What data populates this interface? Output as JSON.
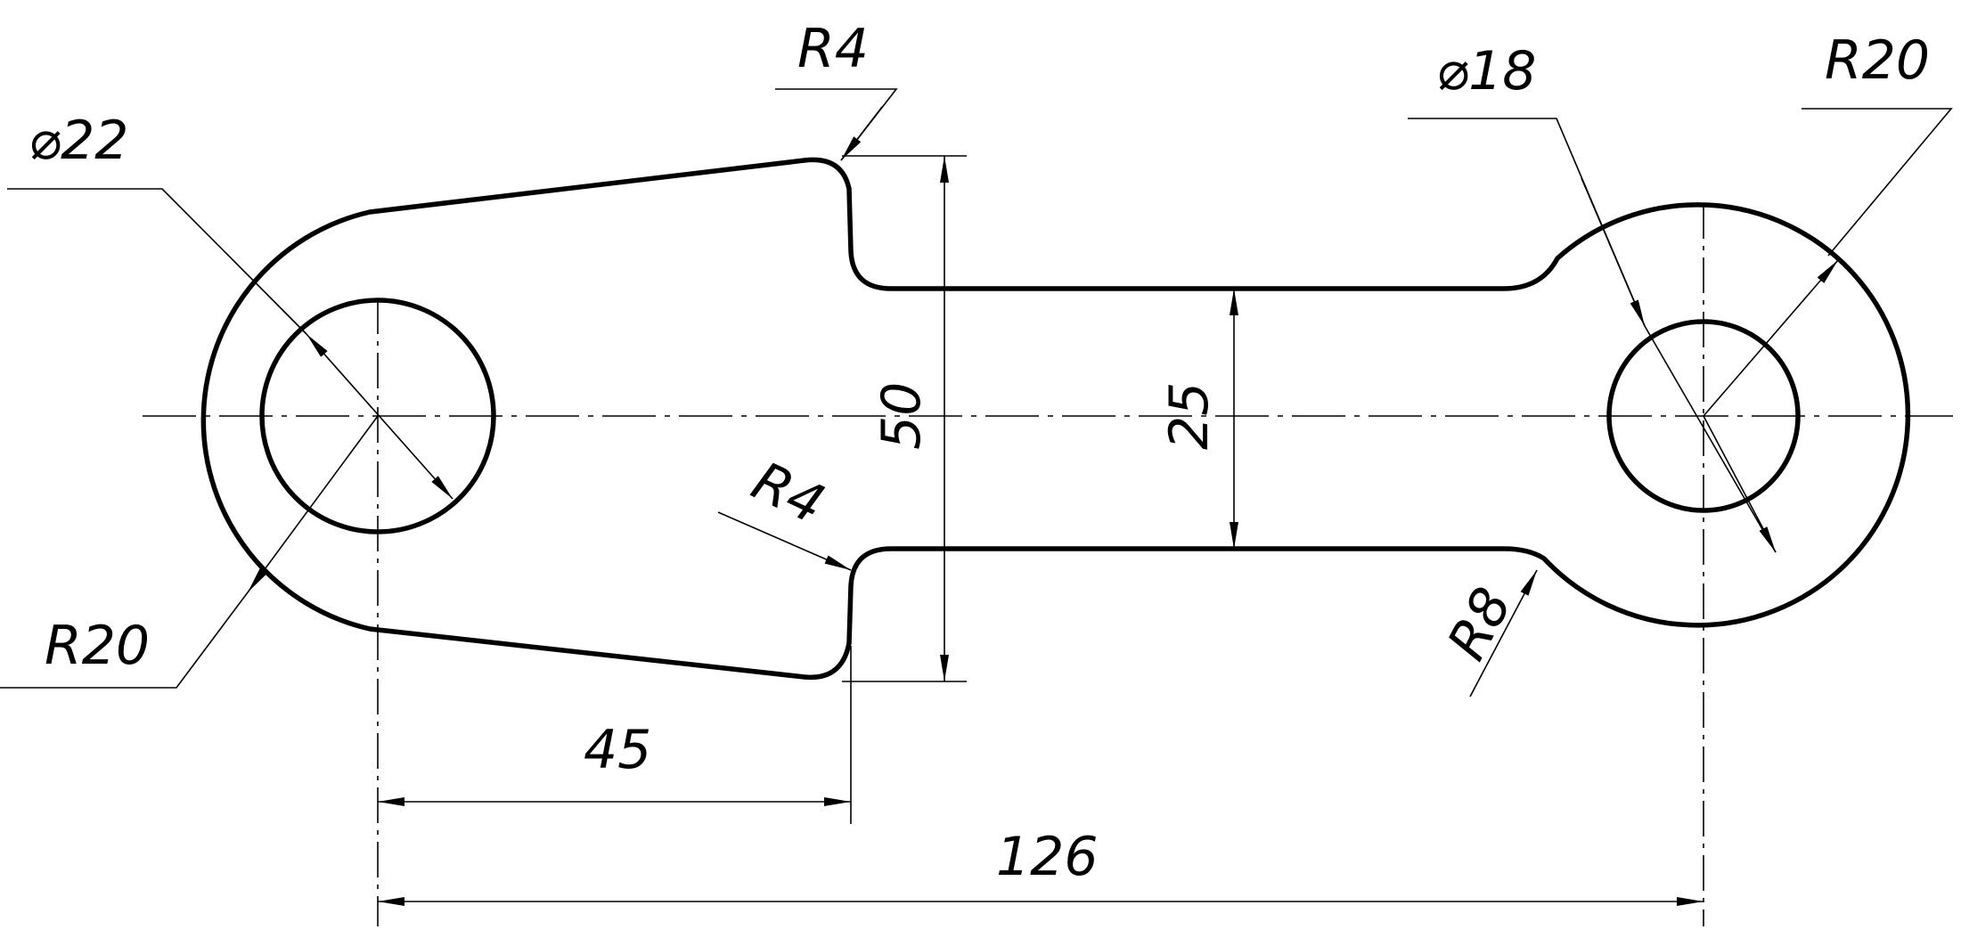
{
  "drawing": {
    "dimensions": {
      "dia_left": "⌀22",
      "rad_left": "R20",
      "fillet_top": "R4",
      "fillet_bottom": "R4",
      "height_flange": "50",
      "height_web": "25",
      "dia_right": "⌀18",
      "rad_right": "R20",
      "fillet_right": "R8",
      "length_flange": "45",
      "length_total": "126"
    }
  }
}
